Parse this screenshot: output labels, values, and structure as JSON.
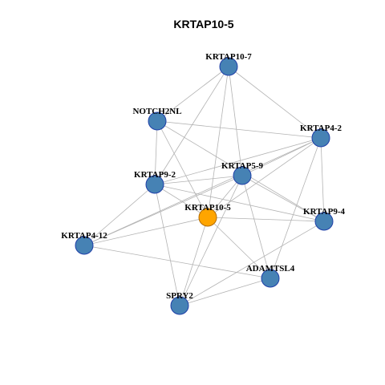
{
  "title": "KRTAP10-5",
  "colors": {
    "edge": "#b3b3b3",
    "node_fill": "#4682b4",
    "node_stroke": "#1f3fa8",
    "focus_fill": "#ffa500",
    "focus_stroke": "#b36b00"
  },
  "nodes": [
    {
      "id": "KRTAP10-7",
      "label": "KRTAP10-7"
    },
    {
      "id": "NOTCH2NL",
      "label": "NOTCH2NL"
    },
    {
      "id": "KRTAP4-2",
      "label": "KRTAP4-2"
    },
    {
      "id": "KRTAP5-9",
      "label": "KRTAP5-9"
    },
    {
      "id": "KRTAP9-2",
      "label": "KRTAP9-2"
    },
    {
      "id": "KRTAP10-5",
      "label": "KRTAP10-5",
      "focus": true
    },
    {
      "id": "KRTAP9-4",
      "label": "KRTAP9-4"
    },
    {
      "id": "KRTAP4-12",
      "label": "KRTAP4-12"
    },
    {
      "id": "ADAMTSL4",
      "label": "ADAMTSL4"
    },
    {
      "id": "SPRY2",
      "label": "SPRY2"
    }
  ],
  "edges": [
    [
      "KRTAP10-7",
      "KRTAP4-2"
    ],
    [
      "KRTAP10-7",
      "KRTAP5-9"
    ],
    [
      "KRTAP10-7",
      "KRTAP9-2"
    ],
    [
      "KRTAP10-7",
      "KRTAP10-5"
    ],
    [
      "KRTAP10-7",
      "NOTCH2NL"
    ],
    [
      "NOTCH2NL",
      "KRTAP4-2"
    ],
    [
      "NOTCH2NL",
      "KRTAP10-5"
    ],
    [
      "NOTCH2NL",
      "KRTAP9-4"
    ],
    [
      "NOTCH2NL",
      "KRTAP9-2"
    ],
    [
      "KRTAP4-2",
      "KRTAP5-9"
    ],
    [
      "KRTAP4-2",
      "KRTAP9-2"
    ],
    [
      "KRTAP4-2",
      "KRTAP10-5"
    ],
    [
      "KRTAP4-2",
      "KRTAP9-4"
    ],
    [
      "KRTAP4-2",
      "ADAMTSL4"
    ],
    [
      "KRTAP4-2",
      "KRTAP4-12"
    ],
    [
      "KRTAP5-9",
      "KRTAP9-2"
    ],
    [
      "KRTAP5-9",
      "KRTAP10-5"
    ],
    [
      "KRTAP5-9",
      "KRTAP9-4"
    ],
    [
      "KRTAP5-9",
      "ADAMTSL4"
    ],
    [
      "KRTAP5-9",
      "SPRY2"
    ],
    [
      "KRTAP5-9",
      "KRTAP4-12"
    ],
    [
      "KRTAP9-2",
      "KRTAP10-5"
    ],
    [
      "KRTAP9-2",
      "KRTAP9-4"
    ],
    [
      "KRTAP9-2",
      "KRTAP4-12"
    ],
    [
      "KRTAP9-2",
      "SPRY2"
    ],
    [
      "KRTAP10-5",
      "KRTAP9-4"
    ],
    [
      "KRTAP10-5",
      "KRTAP4-12"
    ],
    [
      "KRTAP10-5",
      "ADAMTSL4"
    ],
    [
      "KRTAP10-5",
      "SPRY2"
    ],
    [
      "KRTAP9-4",
      "SPRY2"
    ],
    [
      "KRTAP4-12",
      "ADAMTSL4"
    ],
    [
      "ADAMTSL4",
      "SPRY2"
    ]
  ]
}
